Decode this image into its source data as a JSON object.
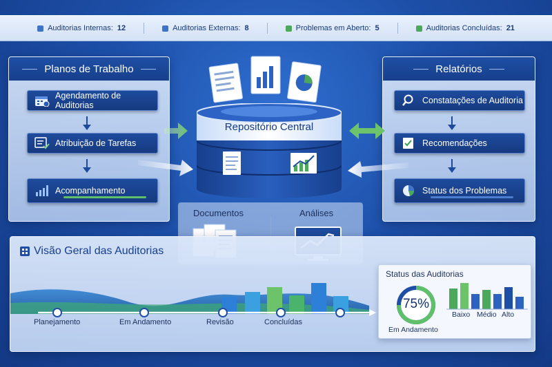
{
  "stats": [
    {
      "label": "Auditorias Internas:",
      "value": "12",
      "color": "#3e74c8"
    },
    {
      "label": "Auditorias Externas:",
      "value": "8",
      "color": "#3e74c8"
    },
    {
      "label": "Problemas em Aberto:",
      "value": "5",
      "color": "#4ca85a"
    },
    {
      "label": "Auditorias Concluídas:",
      "value": "21",
      "color": "#4ca85a"
    }
  ],
  "left_panel": {
    "title": "Planos de Trabalho",
    "steps": [
      "Agendamento de Auditorias",
      "Atribuição de Tarefas",
      "Acompanhamento"
    ]
  },
  "right_panel": {
    "title": "Relatórios",
    "steps": [
      "Constatações de Auditoria",
      "Recomendações",
      "Status dos Problemas"
    ]
  },
  "center": {
    "repository_label": "Repositório Central",
    "documents_label": "Documentos",
    "analysis_label": "Análises"
  },
  "overview": {
    "title": "Visão Geral das Auditorias",
    "timeline": [
      "Planejamento",
      "Em Andamento",
      "Revisão",
      "Concluídas"
    ]
  },
  "status": {
    "title": "Status das Auditorias",
    "gauge_value": "75%",
    "gauge_fraction": 0.75,
    "gauge_label": "Em Andamento",
    "bar_labels": [
      "Baixo",
      "Médio",
      "Alto"
    ]
  },
  "colors": {
    "accent": "#1f4fa5",
    "green": "#4ca85a",
    "light_blue": "#3e74c8"
  },
  "icons": [
    "calendar-icon",
    "task-list-icon",
    "bar-chart-icon",
    "magnifier-icon",
    "checklist-icon",
    "pie-chart-icon",
    "dashboard-icon"
  ]
}
